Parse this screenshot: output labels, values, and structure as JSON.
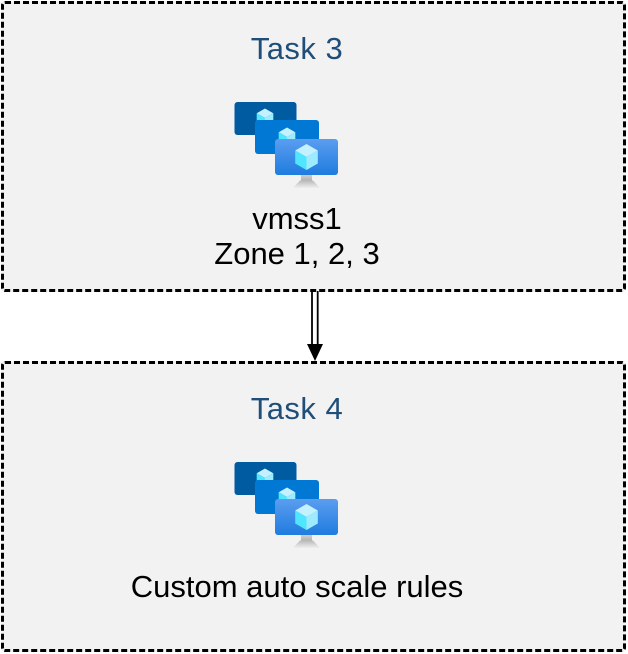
{
  "diagram": {
    "connector": {
      "name": "double-line-down-arrow",
      "direction": "down",
      "color": "#000000"
    },
    "tasks": [
      {
        "title": "Task 3",
        "icon": "vm-scale-sets-icon",
        "lines": [
          "vmss1",
          "Zone 1, 2, 3"
        ]
      },
      {
        "title": "Task 4",
        "icon": "vm-scale-sets-icon",
        "lines": [
          "Custom auto scale rules"
        ]
      }
    ],
    "colors": {
      "box_fill": "#f2f2f2",
      "box_border": "#000000",
      "title_text": "#1f4e79",
      "caption_text": "#000000",
      "monitor_back": "#005ba1",
      "monitor_middle": "#0078d4",
      "monitor_front_top": "#5b9df0",
      "monitor_front_bottom": "#1f7cdf",
      "cube_top": "#c3f1ff",
      "cube_left": "#50e6ff",
      "cube_right": "#9cebff",
      "arrow": "#000000"
    }
  }
}
